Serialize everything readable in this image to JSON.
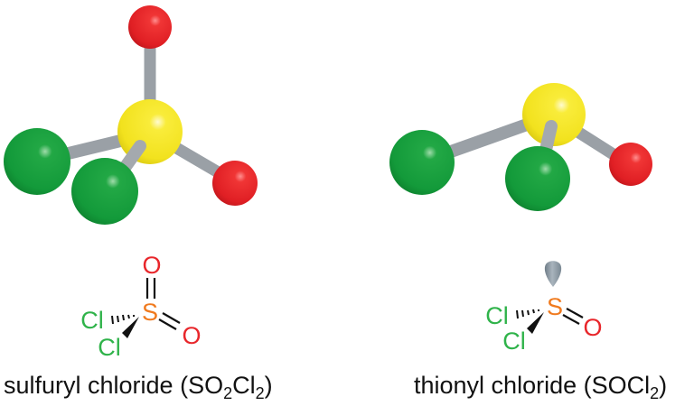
{
  "colors": {
    "oxygen": "#e8262b",
    "sulfur_ball": "#f5e62a",
    "chlorine_ball": "#1fa03d",
    "bond": "#9aa0a6",
    "sulfur_label": "#f07a1e",
    "chlorine_label": "#2fb34a",
    "oxygen_label": "#e8262b",
    "lone_pair": "#8c99a4",
    "caption": "#111111"
  },
  "molecules": [
    {
      "id": "sulfuryl",
      "name": "sulfuryl chloride",
      "formula_parts": [
        "(SO",
        "2",
        "Cl",
        "2",
        ")"
      ],
      "structure_labels": {
        "top_o": "O",
        "s": "S",
        "right_o": "O",
        "cl_upper": "Cl",
        "cl_lower": "Cl"
      }
    },
    {
      "id": "thionyl",
      "name": "thionyl chloride",
      "formula_parts": [
        "(SOCl",
        "2",
        ")"
      ],
      "structure_labels": {
        "s": "S",
        "right_o": "O",
        "cl_upper": "Cl",
        "cl_lower": "Cl"
      }
    }
  ]
}
